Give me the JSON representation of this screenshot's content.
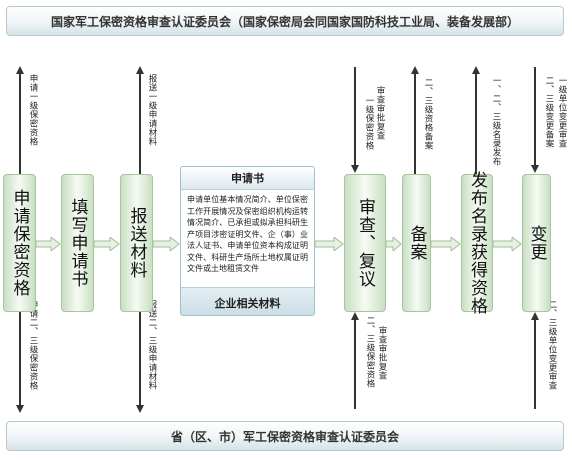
{
  "header_committee": "国家军工保密资格审查认证委员会（国家保密局会同国家国防科技工业局、装备发展部）",
  "footer_committee": "省（区、市）军工保密资格审查认证委员会",
  "steps": [
    {
      "id": "apply",
      "label": "申请保密资格"
    },
    {
      "id": "fill",
      "label": "填写申请书"
    },
    {
      "id": "submit",
      "label": "报送材料"
    },
    {
      "id": "review",
      "label": "审查、复议"
    },
    {
      "id": "record",
      "label": "备案"
    },
    {
      "id": "publish",
      "label": "发布名录获得资格"
    },
    {
      "id": "change",
      "label": "变更"
    }
  ],
  "application_doc": {
    "title": "申请书",
    "content": "申请单位基本情况简介、单位保密工作开展情况及保密组织机构运转情况简介、已承担或拟承担科研生产项目涉密证明文件、企（事）业法人证书、申请单位资本构成证明文件、科研生产场所土地权属证明文件或土地租赁文件",
    "footer": "企业相关材料"
  },
  "annotations": {
    "apply_top": "申请一级保密资格",
    "apply_bottom": "申请二、三级保密资格",
    "submit_top": "报送一级申请材料",
    "submit_bottom": "报送二、三级申请材料",
    "review_top_a": "审查审批复查",
    "review_top_b": "一级保密资格",
    "review_bottom_a": "审查审批复查",
    "review_bottom_b": "二、三级保密资格",
    "record_top": "二、三级资格备案",
    "publish_top": "一、二、三级名录发布",
    "change_top_a": "一级单位变更审查",
    "change_top_b": "二、三级变更备案",
    "change_bottom": "二、三级单位变更审查"
  },
  "colors": {
    "step_fill": "#c8dfc2",
    "step_border": "#a9c5a0",
    "doc_border": "#9ec0cc",
    "banner_fill": "#d6e3e8",
    "arrow": "#333333"
  }
}
